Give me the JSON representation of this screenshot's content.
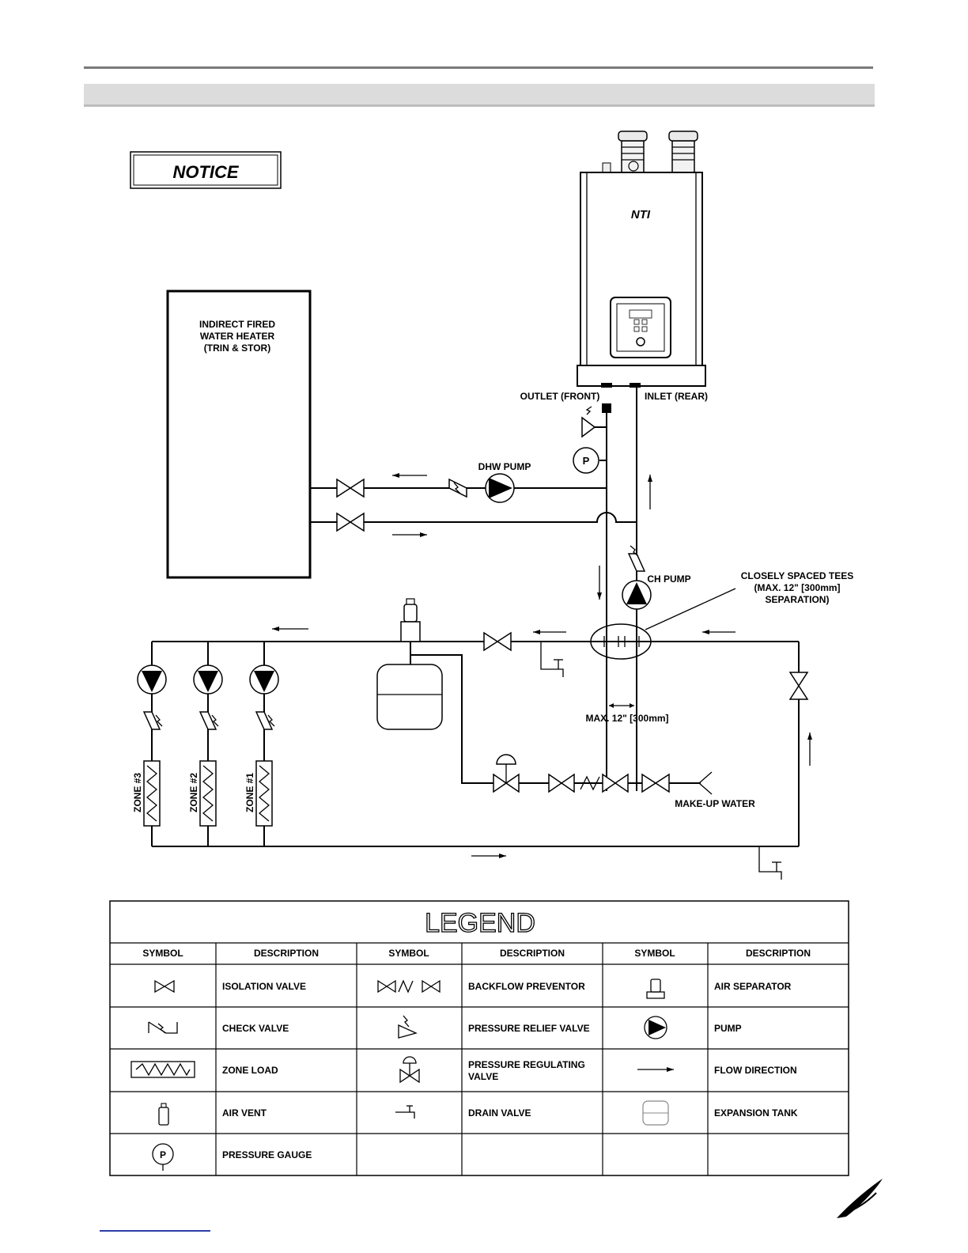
{
  "notice": "NOTICE",
  "boiler_logo": "NTI",
  "labels": {
    "indirect_heater": [
      "INDIRECT FIRED",
      "WATER HEATER",
      "(TRIN & STOR)"
    ],
    "outlet": "OUTLET (FRONT)",
    "inlet": "INLET (REAR)",
    "dhw_pump": "DHW PUMP",
    "ch_pump": "CH PUMP",
    "closely_spaced_tees": [
      "CLOSELY SPACED TEES",
      "(MAX. 12\" [300mm]",
      "SEPARATION)"
    ],
    "max_sep": "MAX. 12\" [300mm]",
    "make_up_water": "MAKE-UP WATER",
    "gauge_letter": "P",
    "zones": [
      "ZONE #3",
      "ZONE #2",
      "ZONE #1"
    ]
  },
  "legend": {
    "title": "LEGEND",
    "headers": [
      "SYMBOL",
      "DESCRIPTION",
      "SYMBOL",
      "DESCRIPTION",
      "SYMBOL",
      "DESCRIPTION"
    ],
    "col1": [
      "ISOLATION VALVE",
      "CHECK VALVE",
      "ZONE LOAD",
      "AIR VENT",
      "PRESSURE GAUGE"
    ],
    "col2": [
      "BACKFLOW PREVENTOR",
      "PRESSURE RELIEF VALVE",
      "PRESSURE REGULATING",
      "VALVE",
      "DRAIN VALVE"
    ],
    "col3": [
      "AIR SEPARATOR",
      "PUMP",
      "FLOW DIRECTION",
      "EXPANSION TANK"
    ],
    "gauge_letter": "P"
  }
}
